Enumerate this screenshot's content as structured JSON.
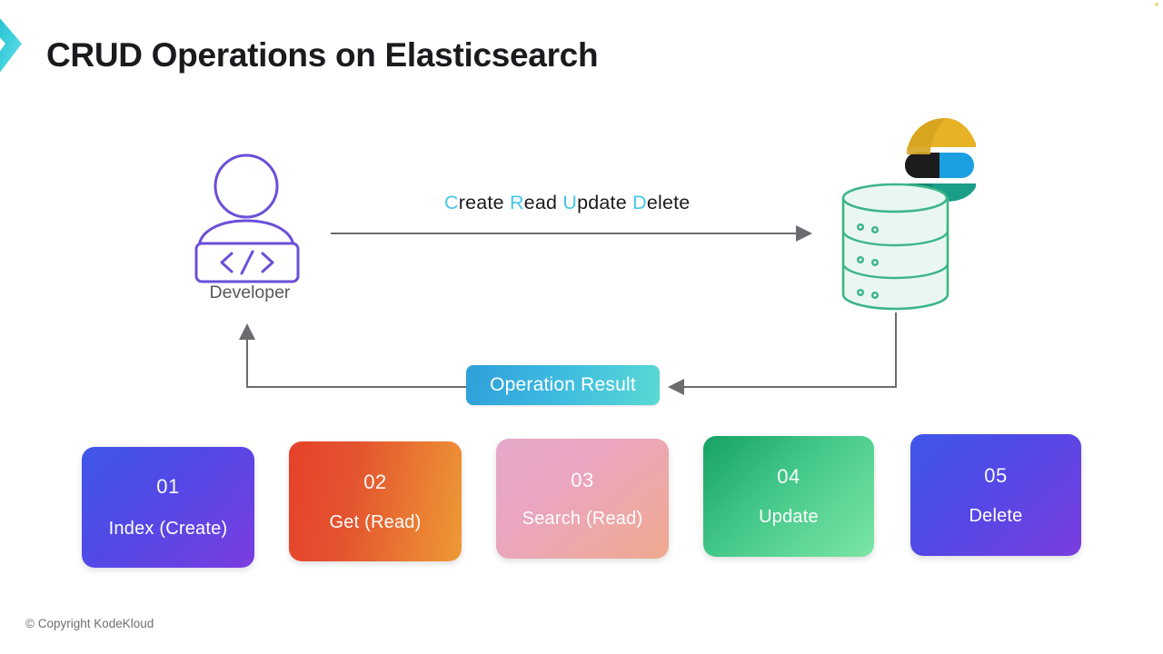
{
  "slide": {
    "title": "CRUD Operations on Elasticsearch",
    "footer": "© Copyright KodeKloud",
    "background": "#ffffff",
    "brand_accent": "#35c6d8"
  },
  "diagram": {
    "actor": {
      "label": "Developer",
      "icon": "developer-code-icon",
      "color": "#6b4fd8",
      "label_color": "#58585c"
    },
    "flow_caption": {
      "full_text": "Create Read Update Delete",
      "highlight_color": "#46c6e8",
      "text_color": "#1b1b1f",
      "words": [
        {
          "initial": "C",
          "rest": "reate"
        },
        {
          "initial": "R",
          "rest": "ead"
        },
        {
          "initial": "U",
          "rest": "pdate"
        },
        {
          "initial": "D",
          "rest": "elete"
        }
      ]
    },
    "datastore": {
      "name": "elasticsearch-logo",
      "icon": "database-cylinder-icon",
      "outline_color": "#3cb58a",
      "logo_colors": {
        "top_arc": "#e8b226",
        "pill_left": "#1c1c1c",
        "pill_right": "#1ba0e2",
        "bottom_arc": "#1a9e87"
      }
    },
    "result_badge": {
      "label": "Operation Result",
      "gradient_from": "#2f9fd9",
      "gradient_to": "#5ad9d4",
      "text_color": "#ffffff"
    },
    "connector_color": "#6b6b70"
  },
  "steps": [
    {
      "number": "01",
      "label": "Index (Create)",
      "gradient_from": "#3f57e8",
      "gradient_to": "#7b3ddf"
    },
    {
      "number": "02",
      "label": "Get (Read)",
      "gradient_from": "#e6412b",
      "gradient_to": "#ee9a35"
    },
    {
      "number": "03",
      "label": "Search (Read)",
      "gradient_from": "#e5a8c9",
      "gradient_to": "#f0a98e"
    },
    {
      "number": "04",
      "label": "Update",
      "gradient_from": "#16a163",
      "gradient_to": "#7ce6a6"
    },
    {
      "number": "05",
      "label": "Delete",
      "gradient_from": "#3f57e8",
      "gradient_to": "#7b3ddf"
    }
  ]
}
